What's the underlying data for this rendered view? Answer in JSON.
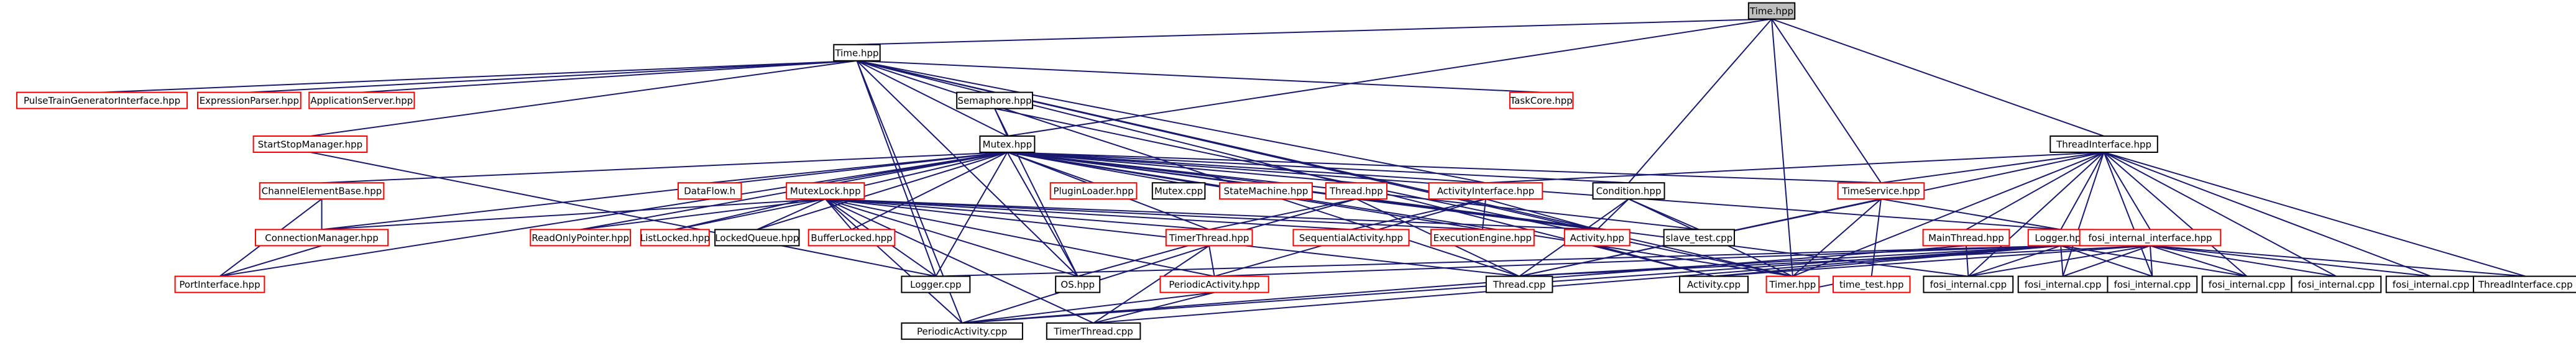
{
  "colors": {
    "edge": "#191970",
    "border_normal": "#000000",
    "border_linked": "#ff0000",
    "fill_normal": "#ffffff",
    "fill_root": "#bfbfbf"
  },
  "nodes": [
    {
      "id": "time_hpp_root",
      "label": "Time.hpp",
      "style": "root"
    },
    {
      "id": "time_hpp",
      "label": "Time.hpp",
      "style": "normal"
    },
    {
      "id": "pulsetrain",
      "label": "PulseTrainGeneratorInterface.hpp",
      "style": "linked"
    },
    {
      "id": "exprparser",
      "label": "ExpressionParser.hpp",
      "style": "linked"
    },
    {
      "id": "appserver",
      "label": "ApplicationServer.hpp",
      "style": "linked"
    },
    {
      "id": "semaphore",
      "label": "Semaphore.hpp",
      "style": "normal"
    },
    {
      "id": "taskcore",
      "label": "TaskCore.hpp",
      "style": "linked"
    },
    {
      "id": "startstop",
      "label": "StartStopManager.hpp",
      "style": "linked"
    },
    {
      "id": "mutex_hpp",
      "label": "Mutex.hpp",
      "style": "normal"
    },
    {
      "id": "threadiface",
      "label": "ThreadInterface.hpp",
      "style": "normal"
    },
    {
      "id": "chanelem",
      "label": "ChannelElementBase.hpp",
      "style": "linked"
    },
    {
      "id": "dataflow",
      "label": "DataFlow.h",
      "style": "linked"
    },
    {
      "id": "mutexlock",
      "label": "MutexLock.hpp",
      "style": "linked"
    },
    {
      "id": "pluginloader",
      "label": "PluginLoader.hpp",
      "style": "linked"
    },
    {
      "id": "mutex_cpp",
      "label": "Mutex.cpp",
      "style": "normal"
    },
    {
      "id": "statemachine",
      "label": "StateMachine.hpp",
      "style": "linked"
    },
    {
      "id": "thread_hpp",
      "label": "Thread.hpp",
      "style": "linked"
    },
    {
      "id": "activityiface",
      "label": "ActivityInterface.hpp",
      "style": "linked"
    },
    {
      "id": "condition",
      "label": "Condition.hpp",
      "style": "normal"
    },
    {
      "id": "timeservice",
      "label": "TimeService.hpp",
      "style": "linked"
    },
    {
      "id": "connmgr",
      "label": "ConnectionManager.hpp",
      "style": "linked"
    },
    {
      "id": "portiface",
      "label": "PortInterface.hpp",
      "style": "linked"
    },
    {
      "id": "readonlyptr",
      "label": "ReadOnlyPointer.hpp",
      "style": "linked"
    },
    {
      "id": "listlocked",
      "label": "ListLocked.hpp",
      "style": "linked"
    },
    {
      "id": "lockedqueue",
      "label": "LockedQueue.hpp",
      "style": "normal"
    },
    {
      "id": "bufferlocked",
      "label": "BufferLocked.hpp",
      "style": "linked"
    },
    {
      "id": "os_hpp",
      "label": "OS.hpp",
      "style": "normal"
    },
    {
      "id": "timerthread_hpp",
      "label": "TimerThread.hpp",
      "style": "linked"
    },
    {
      "id": "seqactivity",
      "label": "SequentialActivity.hpp",
      "style": "linked"
    },
    {
      "id": "execengine",
      "label": "ExecutionEngine.hpp",
      "style": "linked"
    },
    {
      "id": "activity_hpp",
      "label": "Activity.hpp",
      "style": "linked"
    },
    {
      "id": "slave_test",
      "label": "slave_test.cpp",
      "style": "normal"
    },
    {
      "id": "timer_hpp",
      "label": "Timer.hpp",
      "style": "linked"
    },
    {
      "id": "mainthread",
      "label": "MainThread.hpp",
      "style": "linked"
    },
    {
      "id": "logger_hpp",
      "label": "Logger.hpp",
      "style": "linked"
    },
    {
      "id": "fosi_iface",
      "label": "fosi_internal_interface.hpp",
      "style": "linked"
    },
    {
      "id": "logger_cpp",
      "label": "Logger.cpp",
      "style": "normal"
    },
    {
      "id": "periodic_hpp",
      "label": "PeriodicActivity.hpp",
      "style": "linked"
    },
    {
      "id": "thread_cpp",
      "label": "Thread.cpp",
      "style": "normal"
    },
    {
      "id": "activity_cpp",
      "label": "Activity.cpp",
      "style": "normal"
    },
    {
      "id": "time_test",
      "label": "time_test.hpp",
      "style": "linked"
    },
    {
      "id": "fosi1",
      "label": "fosi_internal.cpp",
      "style": "normal"
    },
    {
      "id": "fosi2",
      "label": "fosi_internal.cpp",
      "style": "normal"
    },
    {
      "id": "fosi3",
      "label": "fosi_internal.cpp",
      "style": "normal"
    },
    {
      "id": "fosi4",
      "label": "fosi_internal.cpp",
      "style": "normal"
    },
    {
      "id": "fosi5",
      "label": "fosi_internal.cpp",
      "style": "normal"
    },
    {
      "id": "fosi6",
      "label": "fosi_internal.cpp",
      "style": "normal"
    },
    {
      "id": "threadiface_cpp",
      "label": "ThreadInterface.cpp",
      "style": "normal"
    },
    {
      "id": "periodic_cpp",
      "label": "PeriodicActivity.cpp",
      "style": "normal"
    },
    {
      "id": "timerthread_cpp",
      "label": "TimerThread.cpp",
      "style": "normal"
    }
  ],
  "edges": [
    [
      "time_hpp_root",
      "time_hpp"
    ],
    [
      "time_hpp_root",
      "mutex_hpp"
    ],
    [
      "time_hpp_root",
      "condition"
    ],
    [
      "time_hpp_root",
      "threadiface"
    ],
    [
      "time_hpp_root",
      "timeservice"
    ],
    [
      "time_hpp_root",
      "timer_hpp"
    ],
    [
      "time_hpp",
      "pulsetrain"
    ],
    [
      "time_hpp",
      "exprparser"
    ],
    [
      "time_hpp",
      "appserver"
    ],
    [
      "time_hpp",
      "semaphore"
    ],
    [
      "time_hpp",
      "taskcore"
    ],
    [
      "time_hpp",
      "startstop"
    ],
    [
      "time_hpp",
      "mutex_hpp"
    ],
    [
      "time_hpp",
      "activityiface"
    ],
    [
      "time_hpp",
      "os_hpp"
    ],
    [
      "time_hpp",
      "activity_hpp"
    ],
    [
      "time_hpp",
      "logger_cpp"
    ],
    [
      "time_hpp",
      "thread_cpp"
    ],
    [
      "time_hpp",
      "activity_cpp"
    ],
    [
      "time_hpp",
      "timer_hpp"
    ],
    [
      "time_hpp",
      "periodic_cpp"
    ],
    [
      "semaphore",
      "mutex_hpp"
    ],
    [
      "semaphore",
      "timer_hpp"
    ],
    [
      "semaphore",
      "os_hpp"
    ],
    [
      "startstop",
      "logger_cpp"
    ],
    [
      "mutex_hpp",
      "chanelem"
    ],
    [
      "mutex_hpp",
      "dataflow"
    ],
    [
      "mutex_hpp",
      "mutexlock"
    ],
    [
      "mutex_hpp",
      "pluginloader"
    ],
    [
      "mutex_hpp",
      "mutex_cpp"
    ],
    [
      "mutex_hpp",
      "statemachine"
    ],
    [
      "mutex_hpp",
      "thread_hpp"
    ],
    [
      "mutex_hpp",
      "activityiface"
    ],
    [
      "mutex_hpp",
      "condition"
    ],
    [
      "mutex_hpp",
      "timeservice"
    ],
    [
      "mutex_hpp",
      "connmgr"
    ],
    [
      "mutex_hpp",
      "portiface"
    ],
    [
      "mutex_hpp",
      "readonlyptr"
    ],
    [
      "mutex_hpp",
      "listlocked"
    ],
    [
      "mutex_hpp",
      "lockedqueue"
    ],
    [
      "mutex_hpp",
      "bufferlocked"
    ],
    [
      "mutex_hpp",
      "os_hpp"
    ],
    [
      "mutex_hpp",
      "timerthread_hpp"
    ],
    [
      "mutex_hpp",
      "execengine"
    ],
    [
      "mutex_hpp",
      "activity_hpp"
    ],
    [
      "mutex_hpp",
      "slave_test"
    ],
    [
      "mutex_hpp",
      "timer_hpp"
    ],
    [
      "mutex_hpp",
      "logger_hpp"
    ],
    [
      "mutex_hpp",
      "logger_cpp"
    ],
    [
      "mutex_hpp",
      "fosi1"
    ],
    [
      "threadiface",
      "activityiface"
    ],
    [
      "threadiface",
      "timeservice"
    ],
    [
      "threadiface",
      "mainthread"
    ],
    [
      "threadiface",
      "logger_hpp"
    ],
    [
      "threadiface",
      "fosi_iface"
    ],
    [
      "threadiface",
      "timer_hpp"
    ],
    [
      "threadiface",
      "fosi1"
    ],
    [
      "threadiface",
      "fosi2"
    ],
    [
      "threadiface",
      "fosi3"
    ],
    [
      "threadiface",
      "fosi4"
    ],
    [
      "threadiface",
      "fosi5"
    ],
    [
      "threadiface",
      "fosi6"
    ],
    [
      "threadiface",
      "threadiface_cpp"
    ],
    [
      "threadiface",
      "thread_cpp"
    ],
    [
      "chanelem",
      "connmgr"
    ],
    [
      "chanelem",
      "portiface"
    ],
    [
      "connmgr",
      "portiface"
    ],
    [
      "mutexlock",
      "connmgr"
    ],
    [
      "mutexlock",
      "readonlyptr"
    ],
    [
      "mutexlock",
      "listlocked"
    ],
    [
      "mutexlock",
      "lockedqueue"
    ],
    [
      "mutexlock",
      "bufferlocked"
    ],
    [
      "mutexlock",
      "os_hpp"
    ],
    [
      "mutexlock",
      "timerthread_hpp"
    ],
    [
      "mutexlock",
      "seqactivity"
    ],
    [
      "mutexlock",
      "execengine"
    ],
    [
      "mutexlock",
      "activity_hpp"
    ],
    [
      "mutexlock",
      "logger_cpp"
    ],
    [
      "mutexlock",
      "periodic_hpp"
    ],
    [
      "mutexlock",
      "thread_cpp"
    ],
    [
      "mutexlock",
      "periodic_cpp"
    ],
    [
      "mutexlock",
      "timerthread_cpp"
    ],
    [
      "thread_hpp",
      "os_hpp"
    ],
    [
      "thread_hpp",
      "timerthread_hpp"
    ],
    [
      "thread_hpp",
      "activity_hpp"
    ],
    [
      "thread_hpp",
      "thread_cpp"
    ],
    [
      "activityiface",
      "seqactivity"
    ],
    [
      "activityiface",
      "execengine"
    ],
    [
      "activityiface",
      "activity_hpp"
    ],
    [
      "activityiface",
      "periodic_hpp"
    ],
    [
      "condition",
      "activity_hpp"
    ],
    [
      "condition",
      "slave_test"
    ],
    [
      "condition",
      "timer_hpp"
    ],
    [
      "condition",
      "thread_cpp"
    ],
    [
      "timeservice",
      "timer_hpp"
    ],
    [
      "timeservice",
      "logger_hpp"
    ],
    [
      "timeservice",
      "time_test"
    ],
    [
      "timeservice",
      "thread_cpp"
    ],
    [
      "timer_hpp",
      "time_test"
    ],
    [
      "timerthread_hpp",
      "periodic_hpp"
    ],
    [
      "timerthread_hpp",
      "periodic_cpp"
    ],
    [
      "timerthread_hpp",
      "timerthread_cpp"
    ],
    [
      "periodic_hpp",
      "periodic_cpp"
    ],
    [
      "periodic_hpp",
      "timerthread_cpp"
    ],
    [
      "activity_hpp",
      "activity_cpp"
    ],
    [
      "mainthread",
      "fosi1"
    ],
    [
      "mainthread",
      "periodic_cpp"
    ],
    [
      "logger_hpp",
      "logger_cpp"
    ],
    [
      "logger_hpp",
      "periodic_hpp"
    ],
    [
      "logger_hpp",
      "thread_cpp"
    ],
    [
      "logger_hpp",
      "activity_cpp"
    ],
    [
      "logger_hpp",
      "fosi1"
    ],
    [
      "logger_hpp",
      "fosi2"
    ],
    [
      "logger_hpp",
      "fosi3"
    ],
    [
      "logger_hpp",
      "fosi4"
    ],
    [
      "logger_hpp",
      "periodic_cpp"
    ],
    [
      "logger_hpp",
      "timerthread_cpp"
    ],
    [
      "fosi_iface",
      "thread_cpp"
    ],
    [
      "fosi_iface",
      "activity_cpp"
    ],
    [
      "fosi_iface",
      "fosi1"
    ],
    [
      "fosi_iface",
      "fosi2"
    ],
    [
      "fosi_iface",
      "fosi3"
    ],
    [
      "fosi_iface",
      "fosi4"
    ],
    [
      "fosi_iface",
      "fosi5"
    ],
    [
      "fosi_iface",
      "fosi6"
    ],
    [
      "fosi_iface",
      "threadiface_cpp"
    ]
  ]
}
